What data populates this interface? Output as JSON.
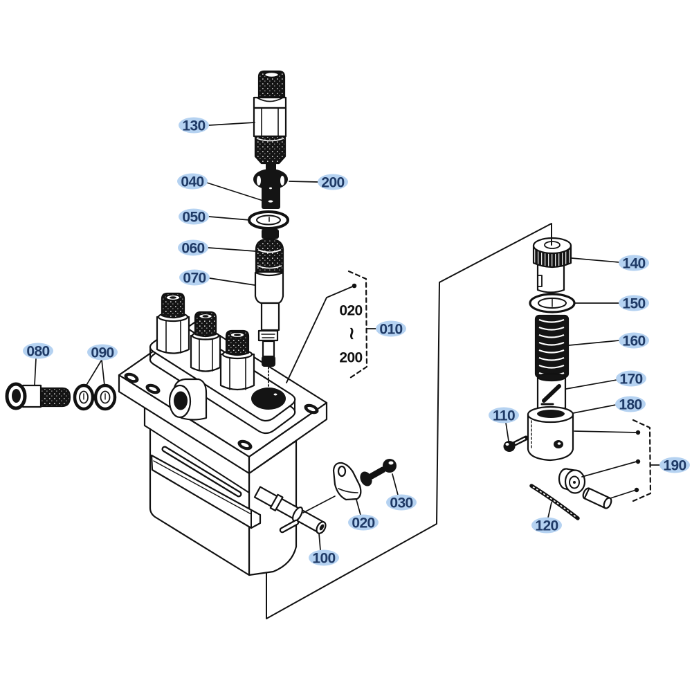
{
  "diagram": {
    "callouts": {
      "upper_column": [
        {
          "label": "130"
        },
        {
          "label": "040"
        },
        {
          "label": "200"
        },
        {
          "label": "050"
        },
        {
          "label": "060"
        },
        {
          "label": "070"
        }
      ],
      "pump_body": [
        {
          "label": "010"
        },
        {
          "label": "030"
        },
        {
          "label": "020"
        },
        {
          "label": "100"
        }
      ],
      "left_fittings": [
        {
          "label": "080"
        },
        {
          "label": "090"
        }
      ],
      "right_column": [
        {
          "label": "140"
        },
        {
          "label": "150"
        },
        {
          "label": "160"
        },
        {
          "label": "170"
        },
        {
          "label": "180"
        },
        {
          "label": "110"
        },
        {
          "label": "190"
        },
        {
          "label": "120"
        }
      ]
    },
    "assembly_range": {
      "from": "020",
      "through_symbol": "~",
      "to": "200"
    }
  },
  "colors": {
    "background": "#ffffff",
    "line_art": "#111111",
    "callout_highlight": "#b5d2f1",
    "callout_text": "#1f3a66"
  }
}
